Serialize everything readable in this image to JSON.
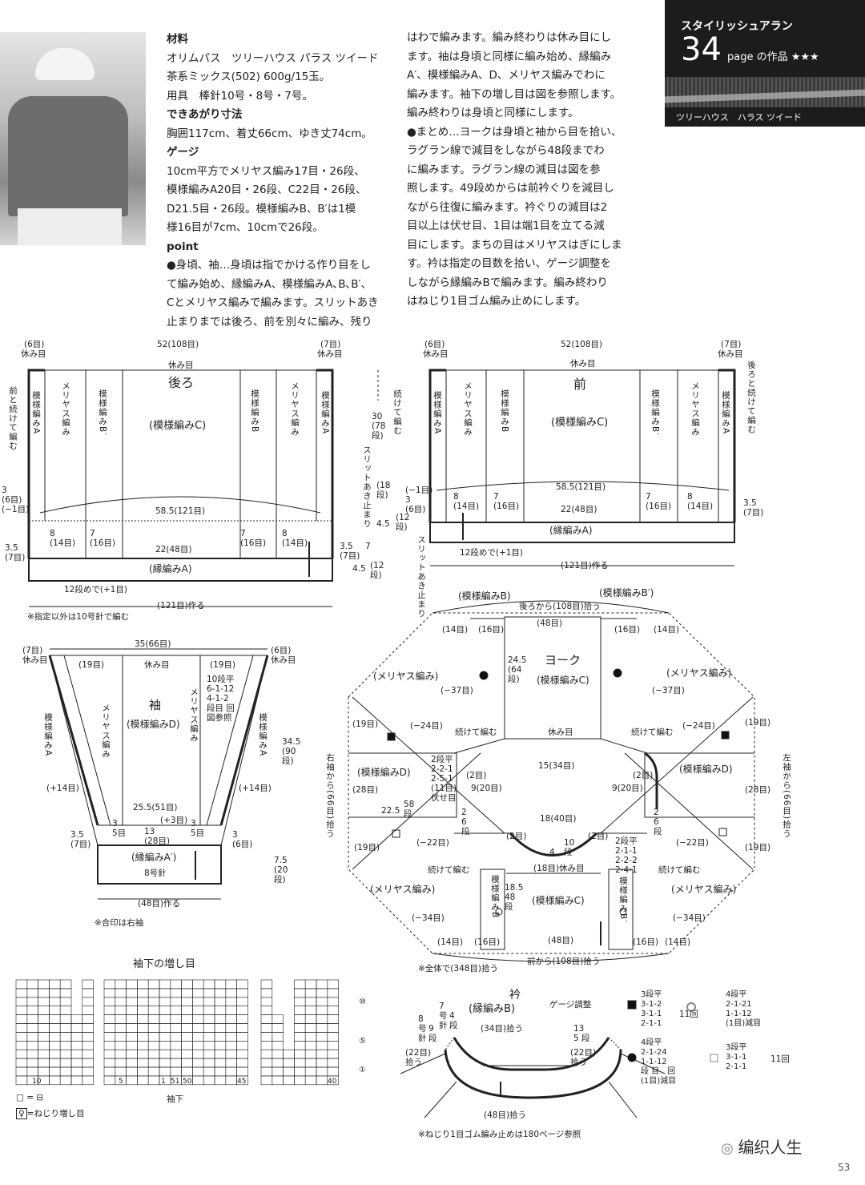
{
  "header": {
    "series": "スタイリッシュアラン",
    "page_no": "34",
    "page_suffix": "page の作品 ★★★",
    "yarn": "ツリーハウス　ハラス ツイード"
  },
  "instructions": {
    "col1": [
      {
        "t": "材料",
        "bold": true
      },
      {
        "t": "オリムパス　ツリーハウス パラス ツイード"
      },
      {
        "t": "茶系ミックス(502) 600g/15玉。"
      },
      {
        "t": "用具　棒針10号・8号・7号。"
      },
      {
        "t": "できあがり寸法",
        "bold": true
      },
      {
        "t": "胸囲117cm、着丈66cm、ゆき丈74cm。"
      },
      {
        "t": "ゲージ",
        "bold": true
      },
      {
        "t": "10cm平方でメリヤス編み17目・26段、"
      },
      {
        "t": "模様編みA20目・26段、C22目・26段、"
      },
      {
        "t": "D21.5目・26段。模様編みB、B′は1模"
      },
      {
        "t": "様16目が7cm、10cmで26段。"
      },
      {
        "t": "point",
        "bold": true
      },
      {
        "t": "●身頃、袖…身頃は指でかける作り目をし"
      },
      {
        "t": "て編み始め、縁編みA、模様編みA､B､B′、"
      },
      {
        "t": "Cとメリヤス編みで編みます。スリットあき"
      },
      {
        "t": "止まりまでは後ろ、前を別々に編み、残り"
      }
    ],
    "col2": [
      {
        "t": "はわで編みます。編み終わりは休み目にし"
      },
      {
        "t": "ます。袖は身頃と同様に編み始め、縁編み"
      },
      {
        "t": "A′、模様編みA、D、メリヤス編みでわに"
      },
      {
        "t": "編みます。袖下の増し目は図を参照します。"
      },
      {
        "t": "編み終わりは身頃と同様にします。"
      },
      {
        "t": "●まとめ…ヨークは身頃と袖から目を拾い、"
      },
      {
        "t": "ラグラン線で減目をしながら48段までわ"
      },
      {
        "t": "に編みます。ラグラン線の減目は図を参"
      },
      {
        "t": "照します。49段めからは前衿ぐりを減目し"
      },
      {
        "t": "ながら往復に編みます。衿ぐりの減目は2"
      },
      {
        "t": "目以上は伏せ目、1目は端1目を立てる減"
      },
      {
        "t": "目にします。まちの目はメリヤスはぎにしま"
      },
      {
        "t": "す。衿は指定の目数を拾い、ゲージ調整を"
      },
      {
        "t": "しながら縁編みBで編みます。編み終わり"
      },
      {
        "t": "はねじり1目ゴム編み止めにします。"
      }
    ]
  },
  "back": [
    "(6目)",
    "休み目",
    "52(108目)",
    "(7目)",
    "休み目",
    "休み目",
    "前と続けて編む",
    "模様編みA",
    "メリヤス編み",
    "模様編みB′",
    "後ろ",
    "(模様編みC)",
    "模様編みB",
    "メリヤス編み",
    "模様編みA",
    "58.5(121目)",
    "8\n(14目)",
    "7\n(16目)",
    "22(48目)",
    "7\n(16目)",
    "8\n(14目)",
    "(縁編みA)",
    "3.5\n(7目)",
    "3\n(6目)\n(−1目)",
    "12段めで(+1目)",
    "(121目)作る",
    "※指定以外は10号針で編む"
  ],
  "middle": [
    "続けて編む",
    "30\n(78\n段)",
    "スリットあき止まり",
    "(18\n段)",
    "7",
    "4.5",
    "(12\n段)",
    "4.5",
    "(12\n段)",
    "スリットあき止まり",
    "3.5\n(7目)"
  ],
  "front": [
    "(6目)",
    "休み目",
    "52(108目)",
    "(7目)",
    "休み目",
    "休み目",
    "後ろと続けて編む",
    "模様編みA",
    "メリヤス編み",
    "模様編みB",
    "前",
    "(模様編みC)",
    "模様編みB′",
    "メリヤス編み",
    "模様編みA",
    "58.5(121目)",
    "(−1目)\n3\n(6目)",
    "8\n(14目)",
    "7\n(16目)",
    "22(48目)",
    "7\n(16目)",
    "8\n(14目)",
    "3.5\n(7目)",
    "(縁編みA)",
    "12段めで(+1目)",
    "(121目)作る"
  ],
  "sleeve": [
    "(7目)\n休み目",
    "35(66目)",
    "(6目)\n休み目",
    "(19目)",
    "休み目",
    "(19目)",
    "袖",
    "(模様編みD)",
    "10段平\n6-1-12\n4-1-2\n段目 回\n図参照",
    "模様編みA",
    "メリヤス編み",
    "メリヤス編み",
    "模様編みA",
    "(+14目)",
    "(+14目)",
    "25.5(51目)",
    "(+3目)",
    "13\n(28目)",
    "3\n5目",
    "3\n5目",
    "3.5\n(7目)",
    "3\n(6目)",
    "(縁編みA′)",
    "8号針",
    "(48目)作る",
    "※合印は右袖",
    "34.5\n(90\n段)",
    "7.5\n(20\n段)"
  ],
  "yoke": [
    "(模様編みB)",
    "(模様編みB′)",
    "後ろから(108目)拾う",
    "(48目)",
    "(14目)",
    "(16目)",
    "(16目)",
    "(14目)",
    "24.5\n(64\n段)",
    "ヨーク",
    "(模様編みC)",
    "(メリヤス編み)",
    "(メリヤス編み)",
    "(−37目)",
    "(−37目)",
    "(19目)",
    "(−24目)",
    "(−24目)",
    "(19目)",
    "続けて編む",
    "休み目",
    "続けて編む",
    "右袖から(66目)拾う",
    "2段平\n2-2-1\n2-5-1\n(11目)\n伏せ目",
    "(2目)",
    "15(34目)",
    "(2目)",
    "左袖から(66目)拾う",
    "(模様編みD)",
    "(28目)",
    "9(20目)",
    "9(20目)",
    "(模様編みD)",
    "(28目)",
    "22.5",
    "58\n段",
    "18(40目)",
    "2\n6\n段",
    "2\n6\n段",
    "(19目)",
    "(−22目)",
    "(2目)",
    "4",
    "10\n段",
    "(2目)",
    "(−22目)",
    "(19目)",
    "(18目)休み目",
    "2段平\n2-1-1\n2-2-2\n2-4-1",
    "続けて編む",
    "続けて編む",
    "(メリヤス編み)",
    "(メリヤス編み)",
    "18.5\n48\n段",
    "模様編みB",
    "(模様編みC)",
    "模様編みB′",
    "(−34目)",
    "(−34目)",
    "(14目)",
    "(16目)",
    "(48目)",
    "(16目)",
    "(14目)",
    "前から(108目)拾う",
    "※全体で(348目)拾う"
  ],
  "collar": [
    "衿",
    "(縁編みB)",
    "ゲージ調整",
    "7\n号\n針",
    "4\n段",
    "8\n号\n針",
    "9\n段",
    "(34目)拾う",
    "13\n5 段",
    "(22目)\n拾う",
    "(22目)\n拾う",
    "(48目)拾う",
    "※ねじり1目ゴム編み止めは180ページ参照"
  ],
  "chart": {
    "title": "袖下の増し目",
    "ticks": [
      "10",
      "5",
      "1",
      "51",
      "50",
      "45",
      "40"
    ],
    "rows": [
      "⑩",
      "⑤",
      "①"
    ],
    "center_label": "袖下",
    "legend_blank": "□ = ⊟",
    "legend_twist": "=ねじり増し目"
  },
  "legends": {
    "square_filled": "3段平\n3-1-2\n3-1-1\n2-1-1",
    "square_filled_times": "11回",
    "circle_double": "4段平\n2-1-21\n1-1-12\n(1目)減目",
    "circle_filled": "4段平\n2-1-24\n1-1-12\n段 目　回\n(1目)減目",
    "square_open": "3段平\n3-1-1\n2-1-1",
    "square_open_times": "11回"
  },
  "footer": {
    "watermark": "编织人生",
    "page_number": "53"
  }
}
